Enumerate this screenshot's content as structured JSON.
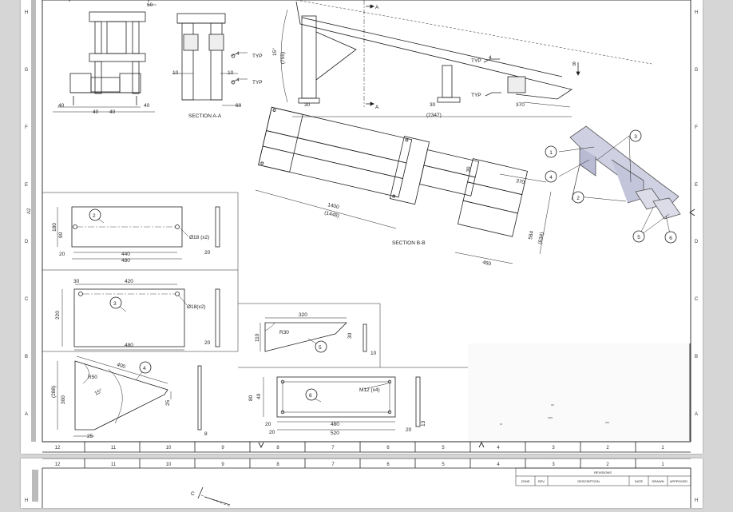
{
  "zones": {
    "rows": [
      "H",
      "G",
      "F",
      "E",
      "D",
      "C",
      "B",
      "A"
    ],
    "cols": [
      "12",
      "11",
      "10",
      "9",
      "8",
      "7",
      "6",
      "5",
      "4",
      "3",
      "2",
      "1"
    ],
    "side_mark": "A2"
  },
  "top_views": {
    "front_dims": {
      "top": "60",
      "b1": "40",
      "b2": "40",
      "b3": "40",
      "b4": "40"
    },
    "section_aa": {
      "title": "SECTION A-A",
      "d10a": "10",
      "d10b": "10",
      "d60": "60",
      "weld1": "4",
      "weld2": "4",
      "typ1": "TYP",
      "typ2": "TYP"
    },
    "side_view": {
      "arrow_a_top": "A",
      "arrow_a_bottom": "A",
      "arrow_b": "B",
      "angle": "15°",
      "h_dim": "(755)",
      "d30a": "30",
      "d30b": "30",
      "overall": "(2347)",
      "d370": "370",
      "d4": "4",
      "typ_a": "TYP",
      "typ_b": "TYP"
    }
  },
  "section_bb": {
    "title": "SECTION B-B",
    "d1400": "1400",
    "d1448": "(1448)",
    "d30": "30",
    "d370": "370",
    "d584": "584",
    "d634": "(634)",
    "d460": "460"
  },
  "balloons": [
    "1",
    "2",
    "3",
    "4",
    "5",
    "6"
  ],
  "part2": {
    "balloon": "2",
    "h180": "180",
    "h90": "90",
    "d20": "20",
    "d440": "440",
    "d480": "480",
    "hole": "Ø18 (x2)",
    "t20": "20"
  },
  "part3": {
    "balloon": "3",
    "d30": "30",
    "d420": "420",
    "h220": "220",
    "d480": "480",
    "hole": "Ø18(x2)",
    "t20": "20"
  },
  "part4": {
    "balloon": "4",
    "d400": "400",
    "r50": "R50",
    "ang": "15°",
    "h300": "300",
    "h288": "(288)",
    "d25a": "25",
    "d25b": "25",
    "t8": "8"
  },
  "part5": {
    "balloon": "5",
    "d320": "320",
    "r30": "R30",
    "h110": "110",
    "h30": "30",
    "t10": "10"
  },
  "part6": {
    "balloon": "6",
    "thread": "M12 (x4)",
    "h80": "80",
    "h40": "40",
    "d20a": "20",
    "d20b": "20",
    "d480": "480",
    "d520": "520",
    "t20": "20",
    "t13": "13"
  },
  "revisions": {
    "title": "REVISIONS",
    "headers": [
      "ZONE",
      "REV",
      "DESCRIPTION",
      "DATE",
      "DRAWN",
      "APPROVED"
    ]
  },
  "sheet2": {
    "arrow_c": "C"
  }
}
